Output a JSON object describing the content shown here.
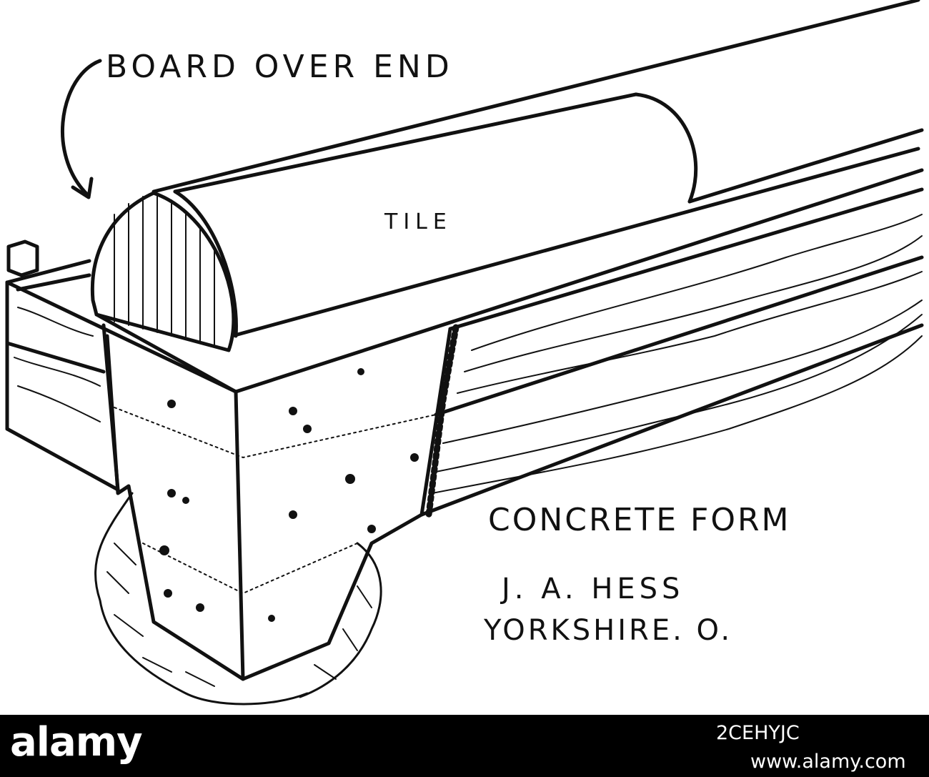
{
  "illustration": {
    "labels": {
      "board_over_end": "BOARD OVER END",
      "tile": "TILE",
      "concrete_form": "CONCRETE FORM",
      "credit_line1": "J. A. HESS",
      "credit_line2": "YORKSHIRE. O."
    }
  },
  "footer": {
    "logo": "alamy",
    "image_id": "2CEHYJC",
    "site": "www.alamy.com",
    "background": "#000000",
    "text_color": "#ffffff"
  }
}
